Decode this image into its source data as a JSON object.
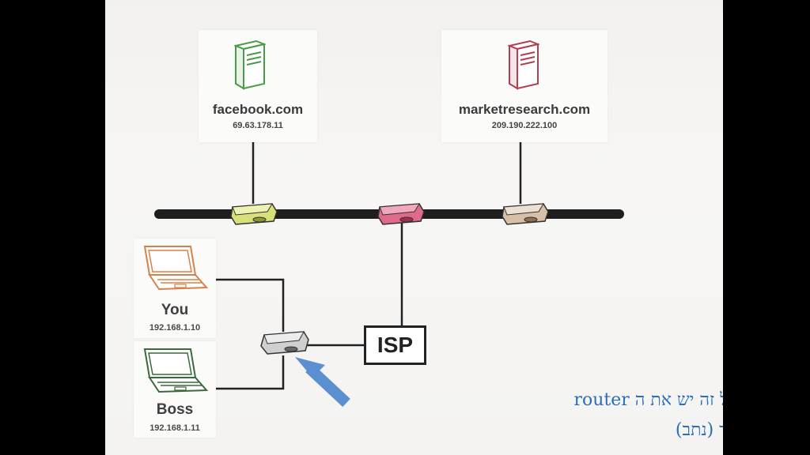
{
  "servers": [
    {
      "name": "facebook.com",
      "ip": "69.63.178.11",
      "color": "#4a9a4a"
    },
    {
      "name": "marketresearch.com",
      "ip": "209.190.222.100",
      "color": "#b04050"
    }
  ],
  "clients": [
    {
      "name": "You",
      "ip": "192.168.1.10",
      "color": "#d9804a"
    },
    {
      "name": "Boss",
      "ip": "192.168.1.11",
      "color": "#3a6a3a"
    }
  ],
  "isp_label": "ISP",
  "switch_colors": [
    "#d8e07a",
    "#e06a8a",
    "#d8c0a8",
    "#cfcfcf"
  ],
  "caption": {
    "line1": "בשביל זה יש את ה  router",
    "line2": "ראוטר (נתב)"
  },
  "arrow_color": "#5b8fd0"
}
